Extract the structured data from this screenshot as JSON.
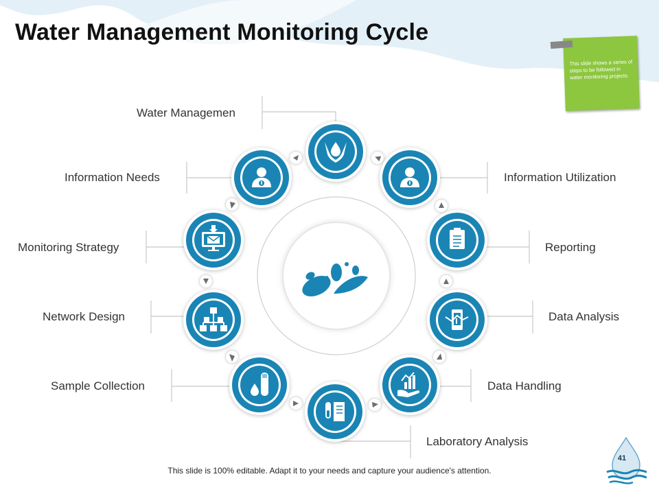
{
  "title": "Water Management Monitoring Cycle",
  "note": "This slide shows a series of steps to be followed in water monitoring projects.",
  "steps": [
    {
      "label": "Water Managemen",
      "icon": "water-hands-icon"
    },
    {
      "label": "Information Utilization",
      "icon": "person-info-icon"
    },
    {
      "label": "Reporting",
      "icon": "clipboard-icon"
    },
    {
      "label": "Data Analysis",
      "icon": "mobile-chart-icon"
    },
    {
      "label": "Data Handling",
      "icon": "hand-chart-icon"
    },
    {
      "label": "Laboratory Analysis",
      "icon": "test-tube-document-icon"
    },
    {
      "label": "Sample Collection",
      "icon": "test-tube-drop-icon"
    },
    {
      "label": "Network Design",
      "icon": "network-hierarchy-icon"
    },
    {
      "label": "Monitoring Strategy",
      "icon": "monitor-mail-icon"
    },
    {
      "label": "Information Needs",
      "icon": "person-info-icon"
    }
  ],
  "center_icon": "water-splash-icon",
  "footer": "This slide is 100% editable. Adapt it to your needs and capture your audience's attention.",
  "page_number": "41",
  "colors": {
    "accent": "#1a85b4",
    "note": "#8dc63f",
    "wave": "#dcebf3"
  }
}
